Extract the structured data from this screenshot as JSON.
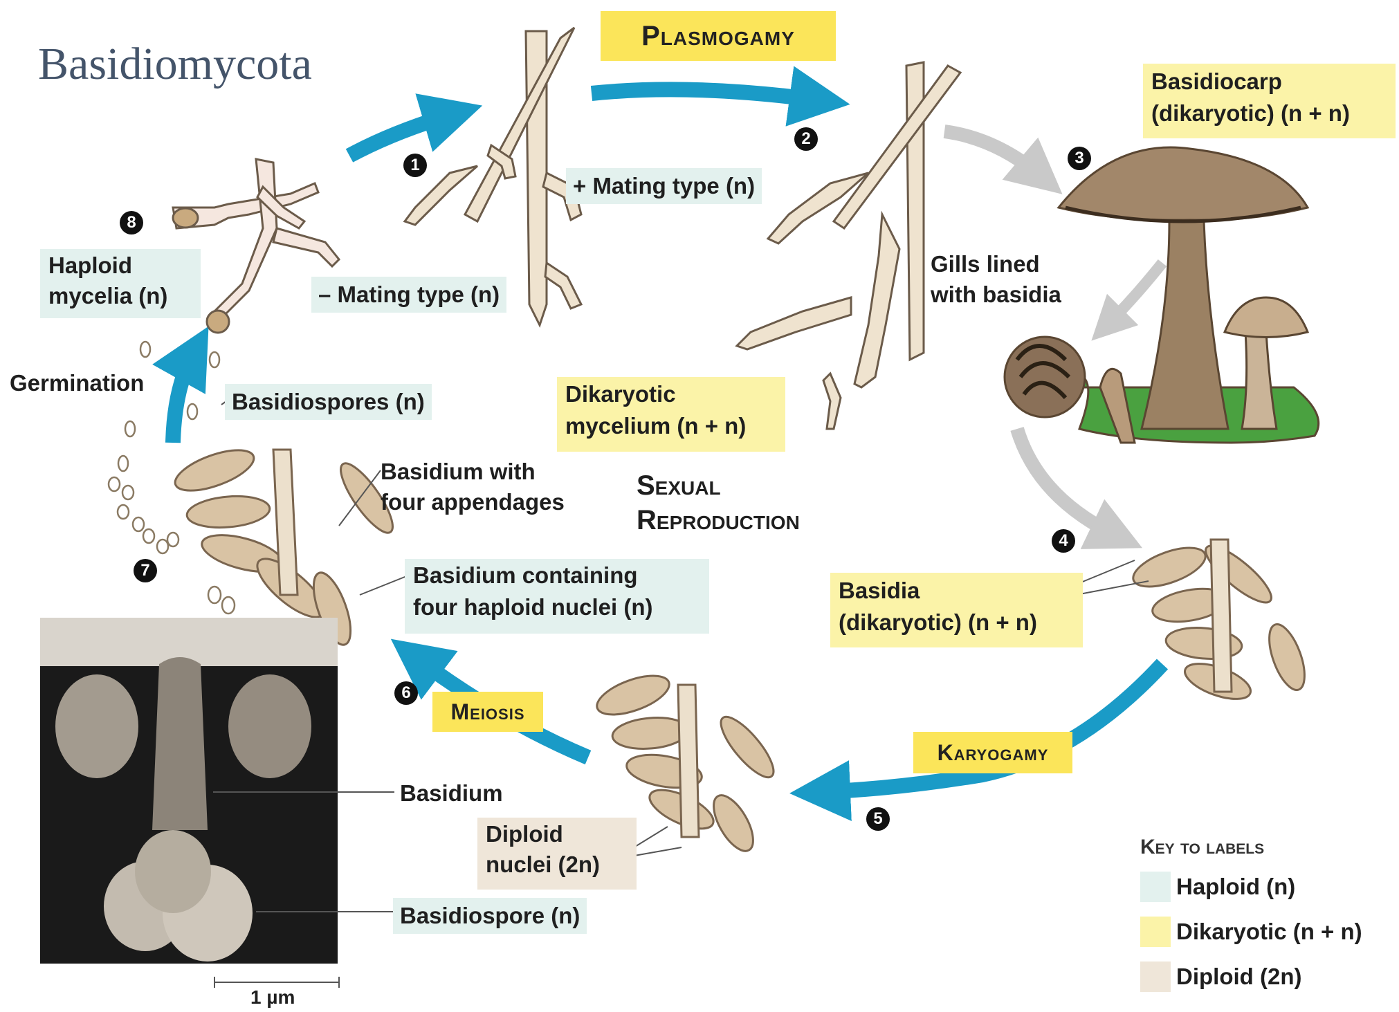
{
  "title": "Basidiomycota",
  "banners": {
    "plasmogamy": "Plasmogamy",
    "karyogamy": "Karyogamy",
    "meiosis": "Meiosis"
  },
  "center_label": {
    "line1": "Sexual",
    "line2": "Reproduction"
  },
  "steps": [
    "1",
    "2",
    "3",
    "4",
    "5",
    "6",
    "7",
    "8"
  ],
  "labels": {
    "plus_mating": "+ Mating type (n)",
    "minus_mating": "– Mating type (n)",
    "haploid_mycelia_1": "Haploid",
    "haploid_mycelia_2": "mycelia (n)",
    "dikaryotic_mycelium_1": "Dikaryotic",
    "dikaryotic_mycelium_2": "mycelium (n + n)",
    "basidiocarp_1": "Basidiocarp",
    "basidiocarp_2": "(dikaryotic) (n + n)",
    "gills_1": "Gills lined",
    "gills_2": "with basidia",
    "basidia_1": "Basidia",
    "basidia_2": "(dikaryotic) (n + n)",
    "germination": "Germination",
    "basidiospores": "Basidiospores (n)",
    "basidium_appendages_1": "Basidium with",
    "basidium_appendages_2": "four appendages",
    "basidium_nuclei_1": "Basidium containing",
    "basidium_nuclei_2": "four haploid nuclei (n)",
    "basidium": "Basidium",
    "diploid_nuclei_1": "Diploid",
    "diploid_nuclei_2": "nuclei (2n)",
    "basidiospore": "Basidiospore (n)",
    "scale": "1 µm"
  },
  "key": {
    "title": "Key to labels",
    "items": [
      {
        "label": "Haploid (n)",
        "color": "#e3f1ee"
      },
      {
        "label": "Dikaryotic (n + n)",
        "color": "#fbf3a8"
      },
      {
        "label": "Diploid (2n)",
        "color": "#efe6d9"
      }
    ]
  },
  "colors": {
    "arrow": "#1a9bc7",
    "arrow_grey": "#c9c9c9",
    "hypha": "#efe3cf",
    "banner": "#fbe55a"
  }
}
